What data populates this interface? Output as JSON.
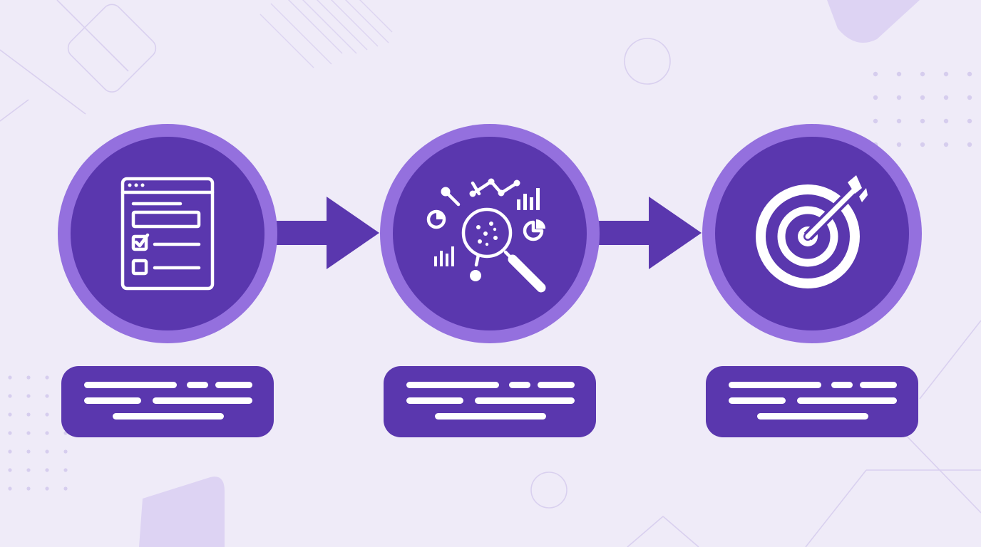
{
  "colors": {
    "background": "#efebf8",
    "ring": "#9470de",
    "core": "#5a37ae",
    "arrow": "#5a37ae",
    "caption": "#5a37ae",
    "icon": "#ffffff",
    "decor_light": "#ddd3f3",
    "decor_line": "#d9d0ef",
    "decor_dots": "#d6cdee"
  },
  "steps": [
    {
      "id": "form",
      "icon": "form-checklist-icon"
    },
    {
      "id": "analyze",
      "icon": "data-analysis-magnifier-icon"
    },
    {
      "id": "target",
      "icon": "target-arrow-icon"
    }
  ],
  "connectors": [
    {
      "from": "form",
      "to": "analyze",
      "icon": "arrow-right-icon"
    },
    {
      "from": "analyze",
      "to": "target",
      "icon": "arrow-right-icon"
    }
  ]
}
